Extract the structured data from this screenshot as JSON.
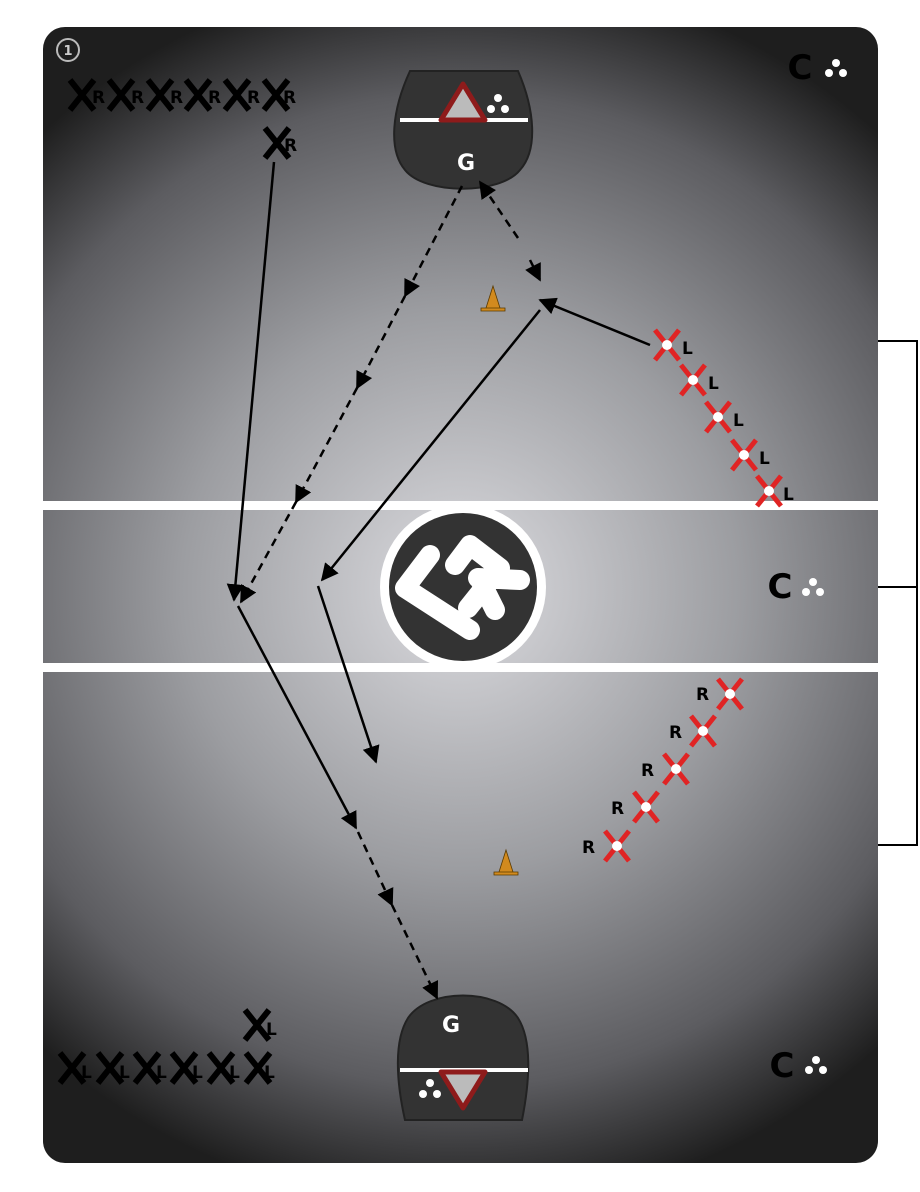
{
  "drill": {
    "step_number": "1",
    "goalie_label": "G",
    "coach_label": "C",
    "right_handed_label": "R",
    "left_handed_label": "L"
  },
  "colors": {
    "field_light": "#d9d9dd",
    "field_dark": "#1e1e1e",
    "line": "#ffffff",
    "crease": "#333333",
    "goal": "#8e1b1b",
    "offense_marker": "#e02424",
    "cone": "#d28a1e"
  }
}
